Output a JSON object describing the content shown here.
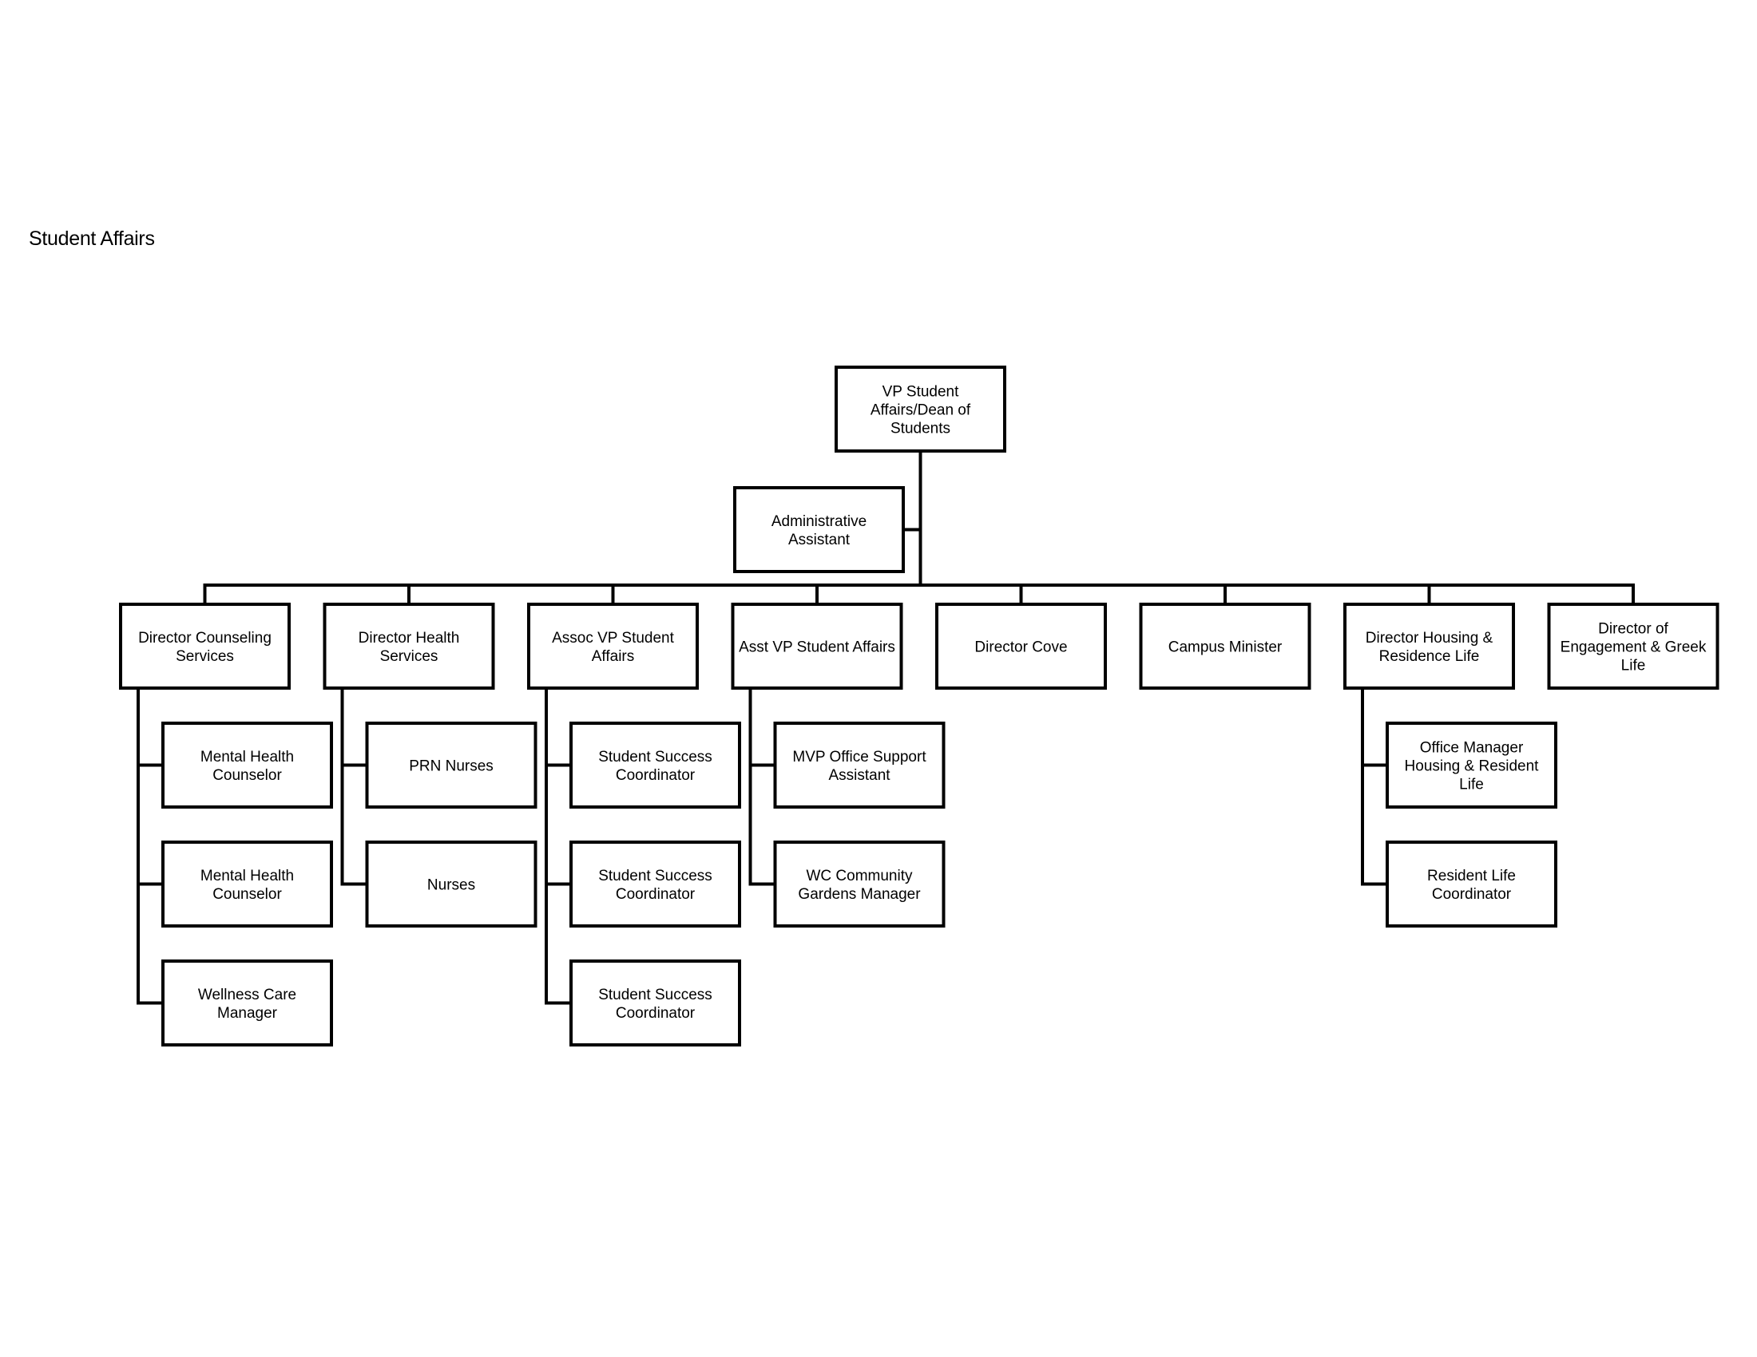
{
  "title": "Student Affairs",
  "org_chart": {
    "root": {
      "id": "vp",
      "label": [
        "VP Student",
        "Affairs/Dean of",
        "Students"
      ]
    },
    "assistant": {
      "id": "admin-assistant",
      "label": [
        "Administrative",
        "Assistant"
      ]
    },
    "directs": [
      {
        "id": "director-counseling",
        "label": [
          "Director Counseling",
          "Services"
        ],
        "reports": [
          {
            "id": "mental-health-counselor-1",
            "label": [
              "Mental Health",
              "Counselor"
            ]
          },
          {
            "id": "mental-health-counselor-2",
            "label": [
              "Mental Health",
              "Counselor"
            ]
          },
          {
            "id": "wellness-care-manager",
            "label": [
              "Wellness Care",
              "Manager"
            ]
          }
        ]
      },
      {
        "id": "director-health",
        "label": [
          "Director Health",
          "Services"
        ],
        "reports": [
          {
            "id": "prn-nurses",
            "label": [
              "PRN Nurses"
            ]
          },
          {
            "id": "nurses",
            "label": [
              "Nurses"
            ]
          }
        ]
      },
      {
        "id": "assoc-vp",
        "label": [
          "Assoc VP Student",
          "Affairs"
        ],
        "reports": [
          {
            "id": "student-success-coordinator-1",
            "label": [
              "Student Success",
              "Coordinator"
            ]
          },
          {
            "id": "student-success-coordinator-2",
            "label": [
              "Student Success",
              "Coordinator"
            ]
          },
          {
            "id": "student-success-coordinator-3",
            "label": [
              "Student Success",
              "Coordinator"
            ]
          }
        ]
      },
      {
        "id": "asst-vp",
        "label": [
          "Asst VP Student Affairs"
        ],
        "reports": [
          {
            "id": "mvp-office-support",
            "label": [
              "MVP Office Support",
              "Assistant"
            ]
          },
          {
            "id": "wc-community-gardens",
            "label": [
              "WC Community",
              "Gardens Manager"
            ]
          }
        ]
      },
      {
        "id": "director-cove",
        "label": [
          "Director Cove"
        ],
        "reports": []
      },
      {
        "id": "campus-minister",
        "label": [
          "Campus Minister"
        ],
        "reports": []
      },
      {
        "id": "director-housing",
        "label": [
          "Director Housing &",
          "Residence Life"
        ],
        "reports": [
          {
            "id": "office-manager-housing",
            "label": [
              "Office Manager",
              "Housing & Resident",
              "Life"
            ]
          },
          {
            "id": "resident-life-coordinator",
            "label": [
              "Resident Life",
              "Coordinator"
            ]
          }
        ]
      },
      {
        "id": "director-engagement",
        "label": [
          "Director of",
          "Engagement & Greek",
          "Life"
        ],
        "reports": []
      }
    ]
  }
}
